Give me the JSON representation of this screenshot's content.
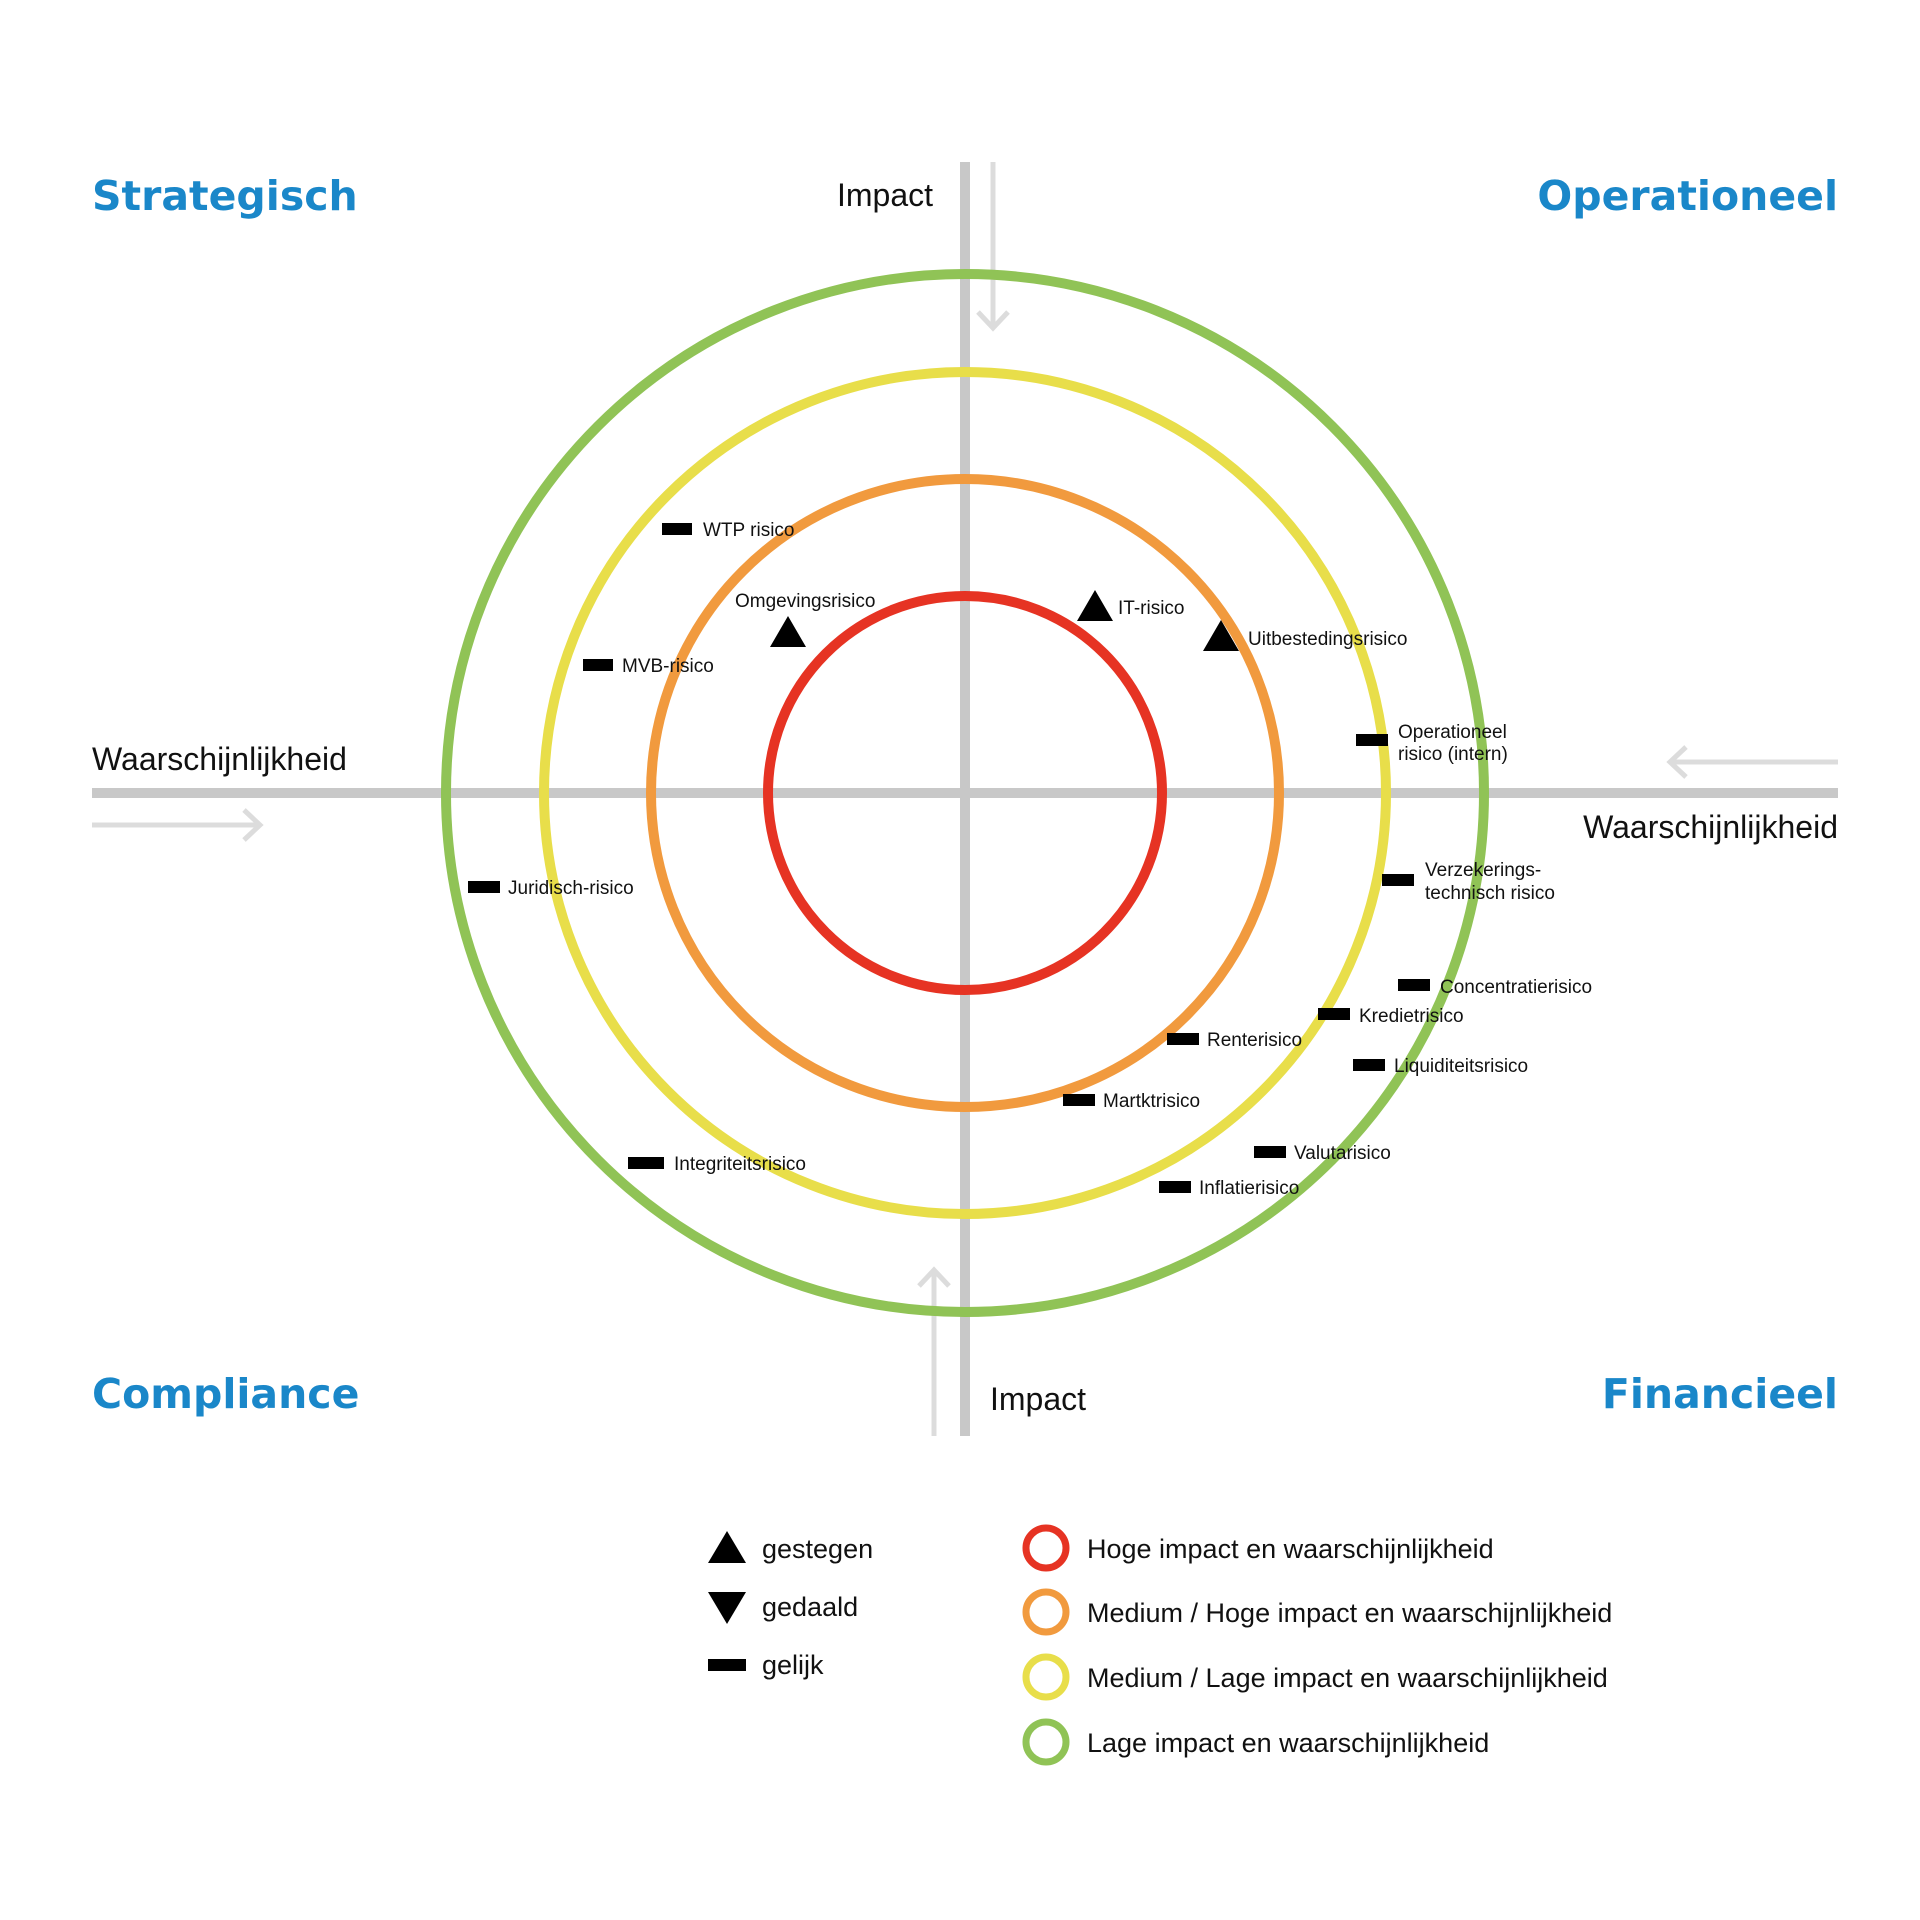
{
  "quadrants": {
    "top_left": "Strategisch",
    "top_right": "Operationeel",
    "bottom_left": "Compliance",
    "bottom_right": "Financieel"
  },
  "axes": {
    "impact_top": "Impact",
    "impact_bottom": "Impact",
    "likelihood_left": "Waarschijnlijkheid",
    "likelihood_right": "Waarschijnlijkheid"
  },
  "risks": [
    {
      "label": "WTP risico",
      "trend": "gelijk"
    },
    {
      "label": "Omgevingsrisico",
      "trend": "gestegen"
    },
    {
      "label": "MVB-risico",
      "trend": "gelijk"
    },
    {
      "label": "IT-risico",
      "trend": "gestegen"
    },
    {
      "label": "Uitbestedingsrisico",
      "trend": "gestegen"
    },
    {
      "label": "Operationeel",
      "label2": "risico (intern)",
      "trend": "gelijk"
    },
    {
      "label": "Juridisch-risico",
      "trend": "gelijk"
    },
    {
      "label": "Verzekerings-",
      "label2": "technisch risico",
      "trend": "gelijk"
    },
    {
      "label": "Concentratierisico",
      "trend": "gelijk"
    },
    {
      "label": "Kredietrisico",
      "trend": "gelijk"
    },
    {
      "label": "Renterisico",
      "trend": "gelijk"
    },
    {
      "label": "Liquiditeitsrisico",
      "trend": "gelijk"
    },
    {
      "label": "Martktrisico",
      "trend": "gelijk"
    },
    {
      "label": "Valutarisico",
      "trend": "gelijk"
    },
    {
      "label": "Inflatierisico",
      "trend": "gelijk"
    },
    {
      "label": "Integriteitsrisico",
      "trend": "gelijk"
    }
  ],
  "legend": {
    "trends": [
      {
        "symbol": "triangle-up-icon",
        "label": "gestegen"
      },
      {
        "symbol": "triangle-down-icon",
        "label": "gedaald"
      },
      {
        "symbol": "dash-icon",
        "label": "gelijk"
      }
    ],
    "levels": [
      {
        "color": "#e63323",
        "label": "Hoge impact en waarschijnlijkheid"
      },
      {
        "color": "#f19a3e",
        "label": "Medium / Hoge impact en waarschijnlijkheid"
      },
      {
        "color": "#e8de4a",
        "label": "Medium / Lage impact en waarschijnlijkheid"
      },
      {
        "color": "#90c356",
        "label": "Lage impact en waarschijnlijkheid"
      }
    ]
  },
  "colors": {
    "title_blue": "#1a87c9",
    "axis_grey": "#c8c8c8",
    "arrow_grey": "#dcdcdc",
    "marker": "#000000"
  }
}
